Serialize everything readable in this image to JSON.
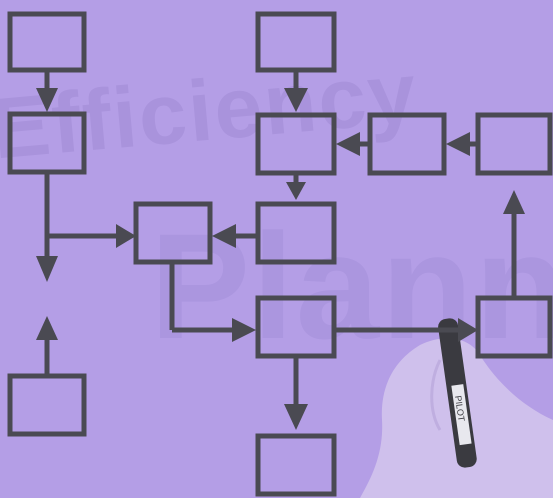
{
  "background": {
    "color": "#b49ee6",
    "faint_words": [
      "Efficiency",
      "Planning"
    ]
  },
  "diagram": {
    "line_color": "#4a4a52",
    "marker_brand": "PILOT",
    "boxes": [
      "top-left-box",
      "left-second-box",
      "bottom-left-box",
      "center-left-box",
      "top-center-box",
      "center-upper-box",
      "center-mid-box",
      "center-lower-box",
      "bottom-center-box",
      "right-mid-box",
      "right-upper-box",
      "right-lower-box"
    ]
  }
}
